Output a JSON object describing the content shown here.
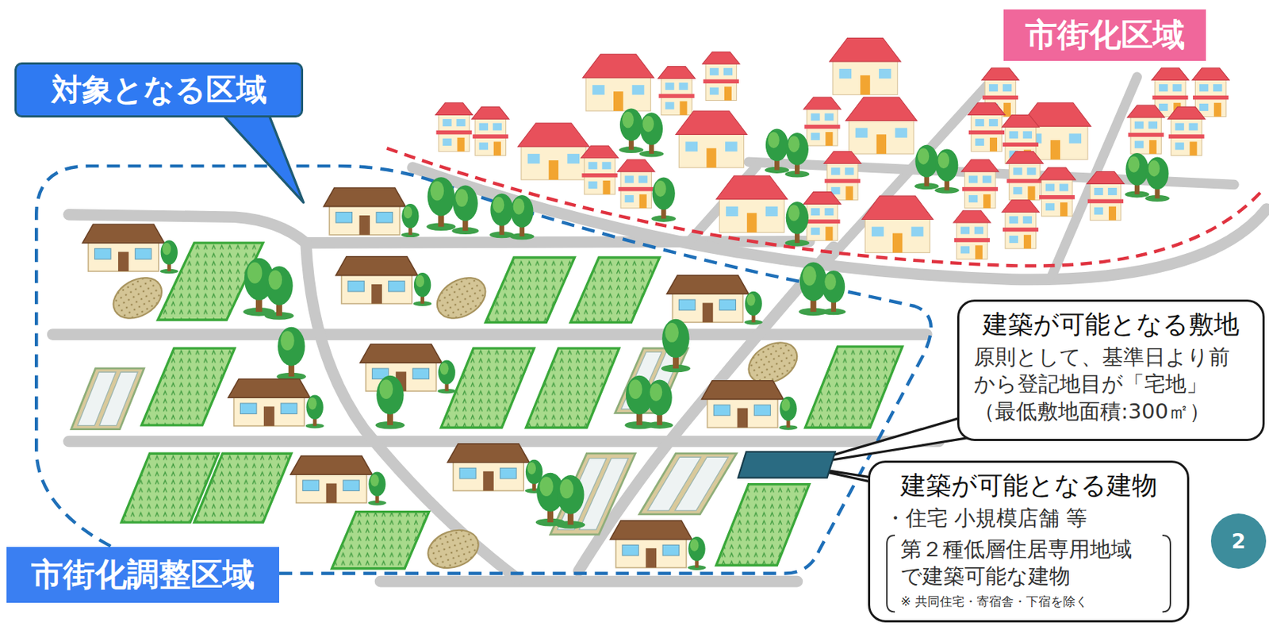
{
  "diagram": {
    "nodes": [
      {
        "text": [
          "市街化区域"
        ]
      },
      {
        "text": [
          "対象となる区域"
        ]
      },
      {
        "text": [
          "建築が可能となる敷地",
          "原則として、基準日より前 から登記地目が「宅地」 （最低敷地面積:300㎡）"
        ]
      },
      {
        "text": [
          "建築が可能となる建物",
          "・住宅 小規模店舗 等",
          "第２種低層住居専用地域 で建築可能な建物",
          "※ 共同住宅・寄宿舎・下宿を除く"
        ]
      },
      {
        "text": [
          "2"
        ]
      },
      {
        "text": [
          "市街化調整区域"
        ]
      }
    ]
  }
}
